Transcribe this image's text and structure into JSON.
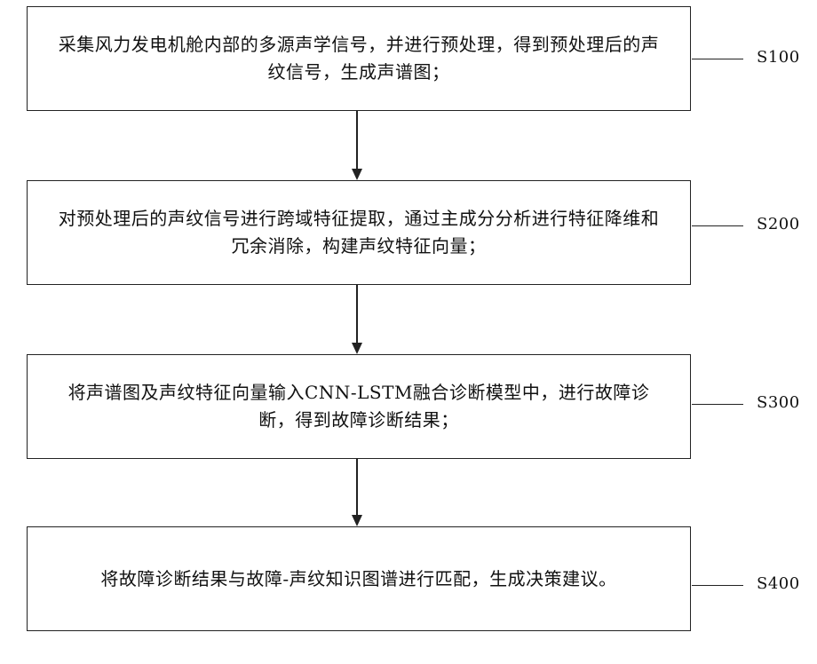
{
  "steps": [
    {
      "id": "S100",
      "text": "采集风力发电机舱内部的多源声学信号，并进行预处理，得到预处理后的声纹信号，生成声谱图；"
    },
    {
      "id": "S200",
      "text": "对预处理后的声纹信号进行跨域特征提取，通过主成分分析进行特征降维和冗余消除，构建声纹特征向量；"
    },
    {
      "id": "S300",
      "text": "将声谱图及声纹特征向量输入CNN-LSTM融合诊断模型中，进行故障诊断，得到故障诊断结果；"
    },
    {
      "id": "S400",
      "text": "将故障诊断结果与故障-声纹知识图谱进行匹配，生成决策建议。"
    }
  ],
  "colors": {
    "line": "#222222",
    "text": "#111111",
    "background": "#ffffff"
  }
}
